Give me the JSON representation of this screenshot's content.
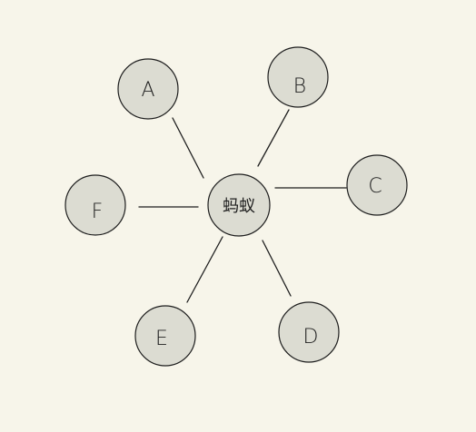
{
  "diagram": {
    "center": {
      "id": "center",
      "label": "蚂蚁"
    },
    "nodes": [
      {
        "id": "a",
        "label": "A"
      },
      {
        "id": "b",
        "label": "B"
      },
      {
        "id": "c",
        "label": "C"
      },
      {
        "id": "d",
        "label": "D"
      },
      {
        "id": "e",
        "label": "E"
      },
      {
        "id": "f",
        "label": "F"
      }
    ],
    "edges": [
      {
        "from": "center",
        "to": "a"
      },
      {
        "from": "center",
        "to": "b"
      },
      {
        "from": "center",
        "to": "c"
      },
      {
        "from": "center",
        "to": "d"
      },
      {
        "from": "center",
        "to": "e"
      },
      {
        "from": "center",
        "to": "f"
      }
    ],
    "colors": {
      "background": "#f7f5ea",
      "node_fill": "#dcdcd2",
      "stroke": "#1e1e1e"
    }
  }
}
